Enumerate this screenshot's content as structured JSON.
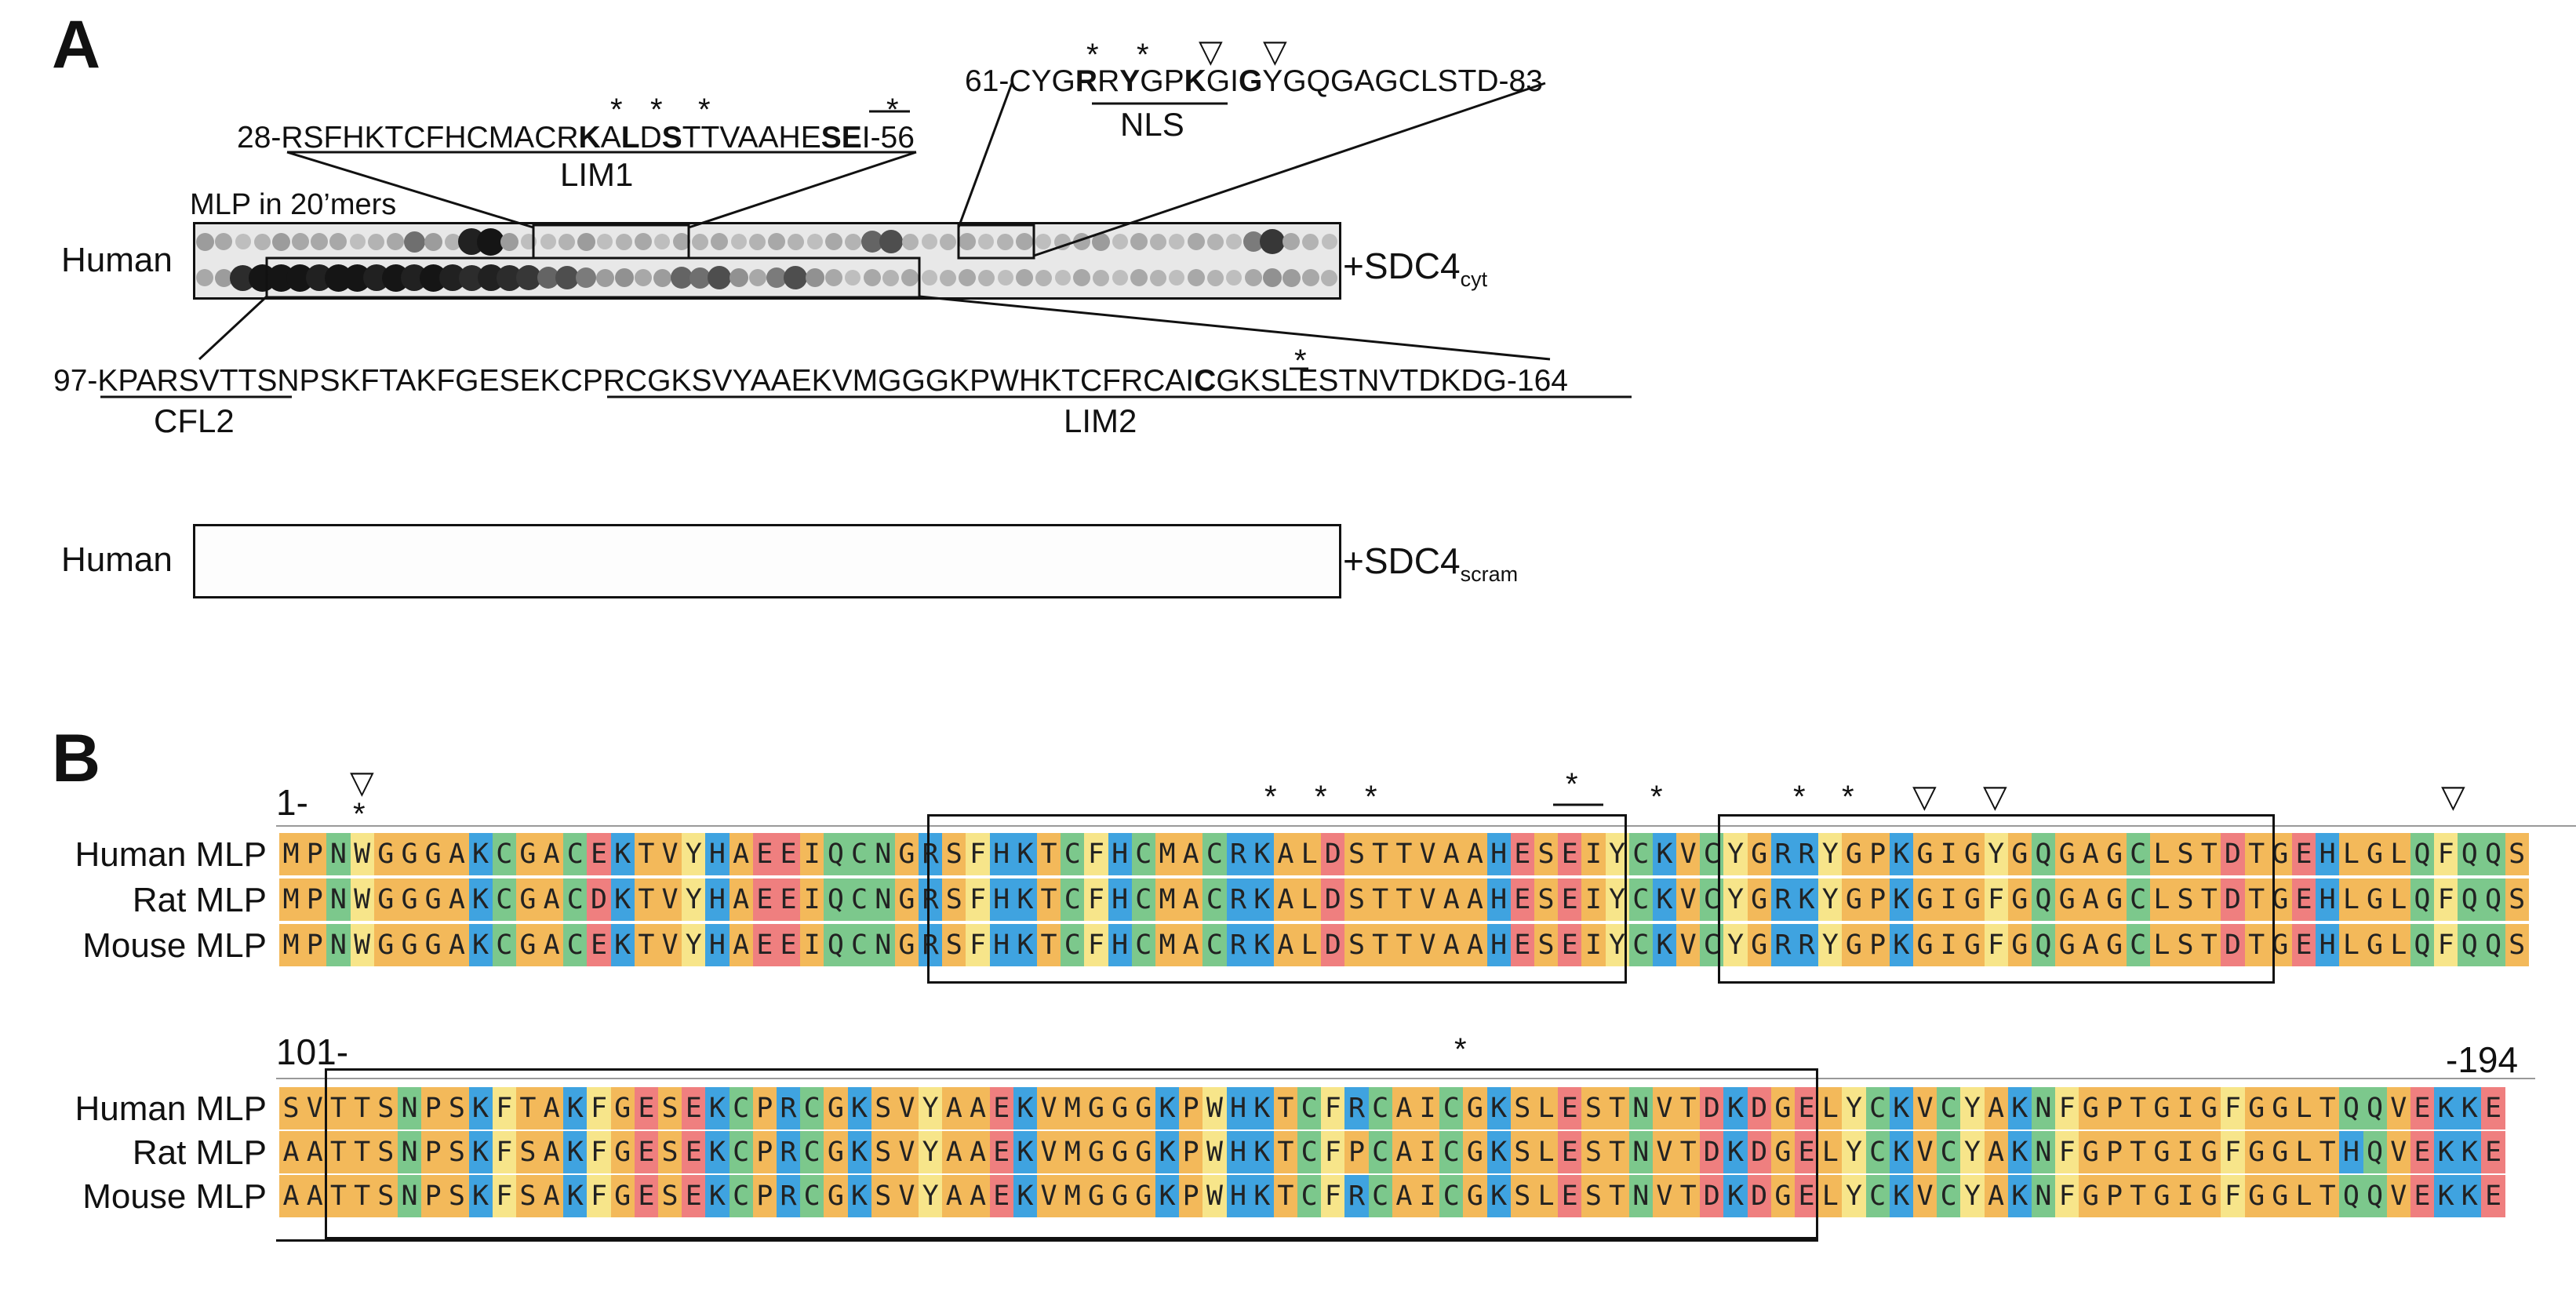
{
  "panels": {
    "a": "A",
    "b": "B"
  },
  "panel_a": {
    "human_label_1": "Human",
    "human_label_2": "Human",
    "membrane_caption": "MLP in 20’mers",
    "sdc4_cyt": {
      "main": "+SDC4",
      "sub": "cyt"
    },
    "sdc4_scram": {
      "main": "+SDC4",
      "sub": "scram"
    },
    "seq1": {
      "prefix": "28-",
      "core": "RSFHKTCFHCMACR",
      "b1": "K",
      "n1": "A",
      "b2": "L",
      "n2": "D",
      "b3": "S",
      "n3": "TTVAAHE",
      "b4": "SE",
      "suffix": "I-56"
    },
    "seq2": {
      "prefix": "61-CYG",
      "b1": "R",
      "n1": "R",
      "b2": "Y",
      "n2": "GP",
      "b3": "K",
      "n3": "GI",
      "b4": "G",
      "suffix": "YGQGAGCLSTD-83"
    },
    "seq3": {
      "prefix": "97-",
      "p1": "KPARSVTTS",
      "p2": "NPSKFTAKFGESEK",
      "p3": "CPRCGKSVYAAEKVMGGGKPWHKTCFRCAI",
      "b1": "C",
      "p4": "GKSLESTNVTDKDG",
      "suffix": "-164"
    },
    "names": {
      "lim1": "LIM1",
      "nls": "NLS",
      "cfl2": "CFL2",
      "lim2": "LIM2"
    },
    "star": "*",
    "triangle": "▽",
    "spots_top": [
      0.35,
      0.3,
      0.2,
      0.25,
      0.35,
      0.3,
      0.3,
      0.3,
      0.2,
      0.25,
      0.3,
      0.55,
      0.35,
      0.25,
      0.9,
      0.95,
      0.35,
      0.2,
      0.2,
      0.25,
      0.35,
      0.2,
      0.25,
      0.3,
      0.2,
      0.3,
      0.25,
      0.3,
      0.2,
      0.25,
      0.3,
      0.25,
      0.2,
      0.3,
      0.25,
      0.6,
      0.7,
      0.25,
      0.2,
      0.25,
      0.3,
      0.2,
      0.25,
      0.3,
      0.2,
      0.25,
      0.3,
      0.35,
      0.2,
      0.3,
      0.25,
      0.2,
      0.3,
      0.25,
      0.2,
      0.5,
      0.8,
      0.3,
      0.25,
      0.2
    ],
    "spots_bottom": [
      0.3,
      0.35,
      0.85,
      0.95,
      0.95,
      0.95,
      0.9,
      0.95,
      0.95,
      0.9,
      0.95,
      0.9,
      0.95,
      0.9,
      0.85,
      0.9,
      0.85,
      0.8,
      0.6,
      0.7,
      0.5,
      0.35,
      0.4,
      0.3,
      0.35,
      0.6,
      0.55,
      0.7,
      0.4,
      0.3,
      0.5,
      0.7,
      0.4,
      0.3,
      0.2,
      0.3,
      0.25,
      0.3,
      0.2,
      0.25,
      0.3,
      0.25,
      0.2,
      0.3,
      0.25,
      0.2,
      0.3,
      0.25,
      0.2,
      0.3,
      0.25,
      0.2,
      0.3,
      0.25,
      0.2,
      0.3,
      0.4,
      0.35,
      0.3,
      0.25
    ]
  },
  "panel_b": {
    "block1": {
      "start": "1-",
      "rows": [
        {
          "label": "Human MLP",
          "seq": "MPNWGGGAKCGACEKTVYHAEEIQCNGRSFHKTCFHCMACRKALDSTTVAAHESEIYCKVCYGRRYGPKGIGYGQGAGCLSTDTGEHLGLQFQQS"
        },
        {
          "label": "Rat MLP",
          "seq": "MPNWGGGAKCGACDKTVYHAEEIQCNGRSFHKTCFHCMACRKALDSTTVAAHESEIYCKVCYGRKYGPKGIGFGQGAGCLSTDTGEHLGLQFQQS"
        },
        {
          "label": "Mouse MLP",
          "seq": "MPNWGGGAKCGACEKTVYHAEEIQCNGRSFHKTCFHCMACRKALDSTTVAAHESEIYCKVCYGRRYGPKGIGFGQGAGCLSTDTGEHLGLQFQQS"
        }
      ]
    },
    "block2": {
      "start": "101-",
      "end": "-194",
      "rows": [
        {
          "label": "Human MLP",
          "seq": "SVTTSNPSKFTAKFGESEKCPRCGKSVYAAEKVMGGGKPWHKTCFRCAICGKSLESTNVTDKDGELYCKVCYAKNFGPTGIGFGGLTQQVEKKE"
        },
        {
          "label": "Rat MLP",
          "seq": "AATTSNPSKFSAKFGESEKCPRCGKSVYAAEKVMGGGKPWHKTCFPCAICGKSLESTNVTDKDGELYCKVCYAKNFGPTGIGFGGLTHQVEKKE"
        },
        {
          "label": "Mouse MLP",
          "seq": "AATTSNPSKFSAKFGESEKCPRCGKSVYAAEKVMGGGKPWHKTCFRCAICGKSLESTNVTDKDGELYCKVCYAKNFGPTGIGFGGLTQQVEKKE"
        }
      ]
    },
    "residue_colors": {
      "G": "#f3b95a",
      "A": "#f3b95a",
      "S": "#f3b95a",
      "T": "#f3b95a",
      "P": "#f3b95a",
      "N": "#7cc88c",
      "Q": "#7cc88c",
      "C": "#7cc88c",
      "K": "#3fa3e0",
      "R": "#3fa3e0",
      "H": "#3fa3e0",
      "D": "#ef7f7f",
      "E": "#ef7f7f",
      "F": "#f7e58a",
      "Y": "#f7e58a",
      "W": "#f7e58a",
      "M": "#f3b95a",
      "V": "#f3b95a",
      "I": "#f3b95a",
      "L": "#f3b95a"
    }
  }
}
